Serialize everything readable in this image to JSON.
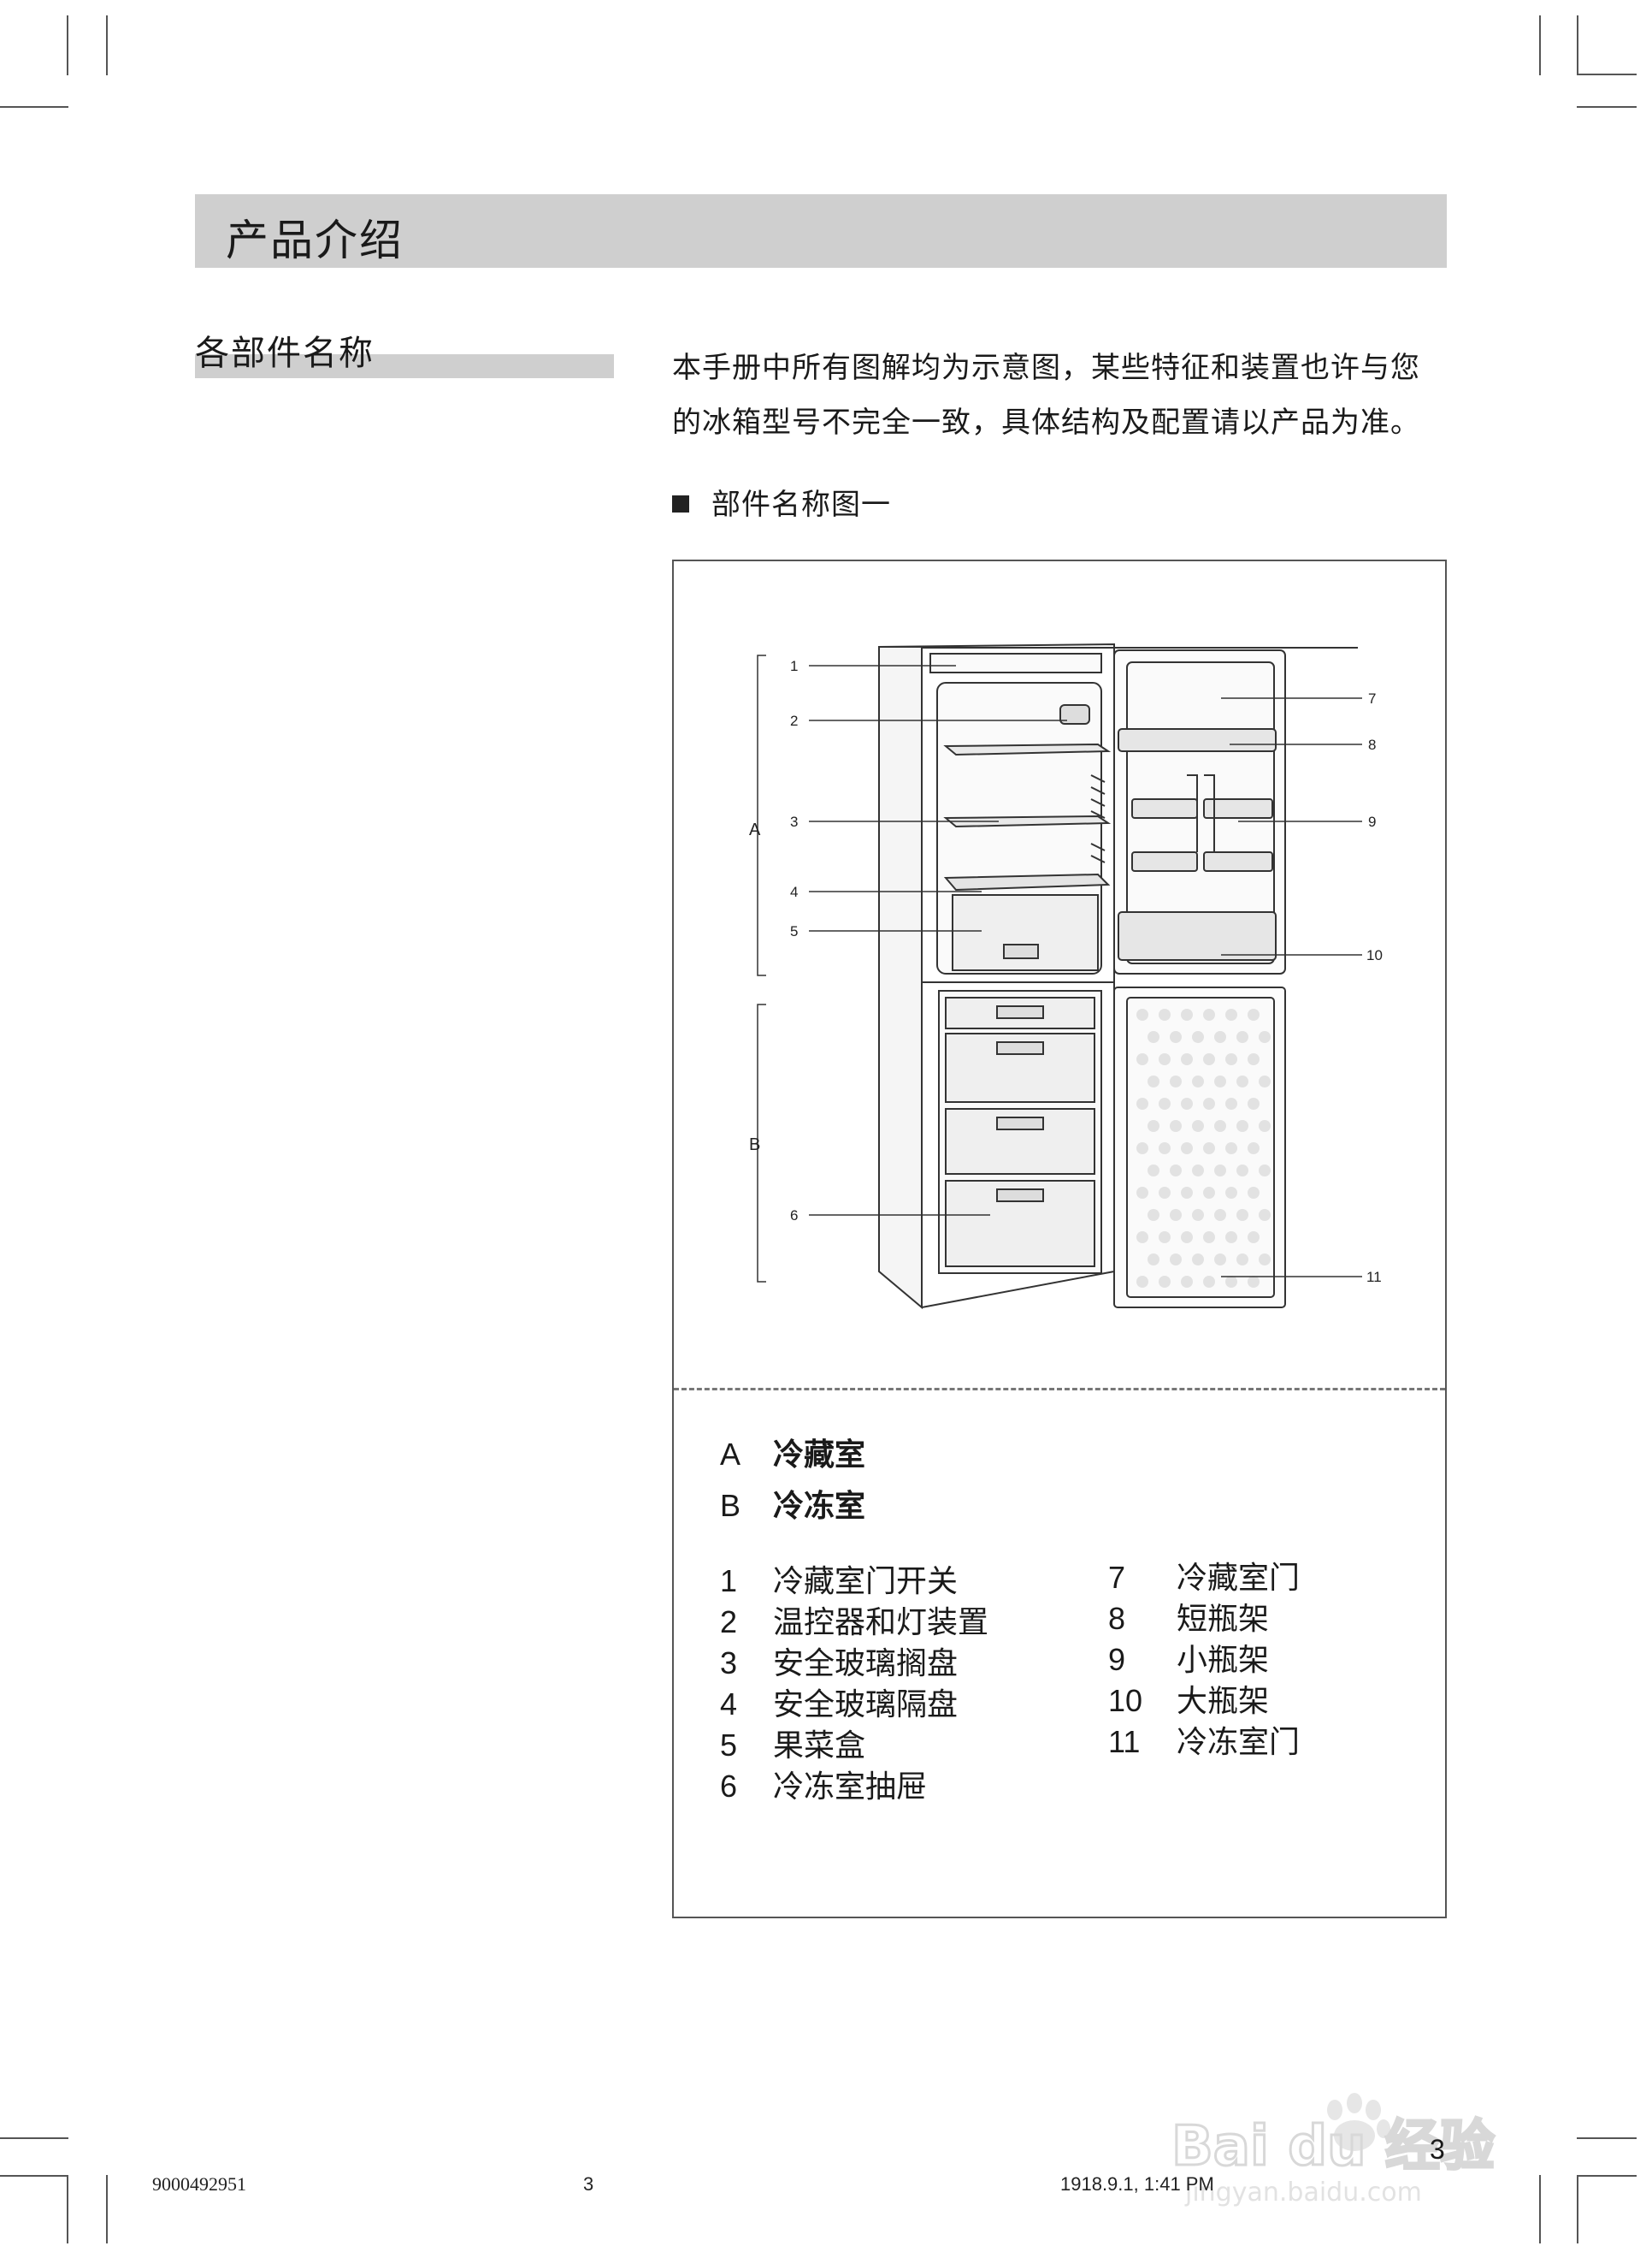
{
  "section_title": "产品介绍",
  "sub_heading": "各部件名称",
  "intro_lines": [
    "本手册中所有图解均为示意图，某些特征和装置也许与您",
    "的冰箱型号不完全一致，具体结构及配置请以产品为准。"
  ],
  "figure_title": "部件名称图一",
  "diagram_labels": {
    "n1": "1",
    "n2": "2",
    "n3": "3",
    "n4": "4",
    "n5": "5",
    "n6": "6",
    "n7": "7",
    "n8": "8",
    "n9": "9",
    "n10": "10",
    "n11": "11",
    "A": "A",
    "B": "B"
  },
  "compartments": [
    {
      "key": "A",
      "label": "冷藏室"
    },
    {
      "key": "B",
      "label": "冷冻室"
    }
  ],
  "parts_left": [
    {
      "num": "1",
      "label": "冷藏室门开关"
    },
    {
      "num": "2",
      "label": "温控器和灯装置"
    },
    {
      "num": "3",
      "label": "安全玻璃搁盘"
    },
    {
      "num": "4",
      "label": "安全玻璃隔盘"
    },
    {
      "num": "5",
      "label": "果菜盒"
    },
    {
      "num": "6",
      "label": "冷冻室抽屉"
    }
  ],
  "parts_right": [
    {
      "num": "7",
      "label": "冷藏室门"
    },
    {
      "num": "8",
      "label": "短瓶架"
    },
    {
      "num": "9",
      "label": "小瓶架"
    },
    {
      "num": "10",
      "label": "大瓶架"
    },
    {
      "num": "11",
      "label": "冷冻室门"
    }
  ],
  "page_number": "3",
  "footer": {
    "doc_code": "9000492951",
    "page": "3",
    "timestamp": "1918.9.1, 1:41 PM"
  },
  "watermark": {
    "brand": "Bai du 经验",
    "url": "jingyan.baidu.com"
  },
  "colors": {
    "header_bar": "#cfcfcf",
    "text": "#1a1a1a",
    "line": "#333333"
  }
}
